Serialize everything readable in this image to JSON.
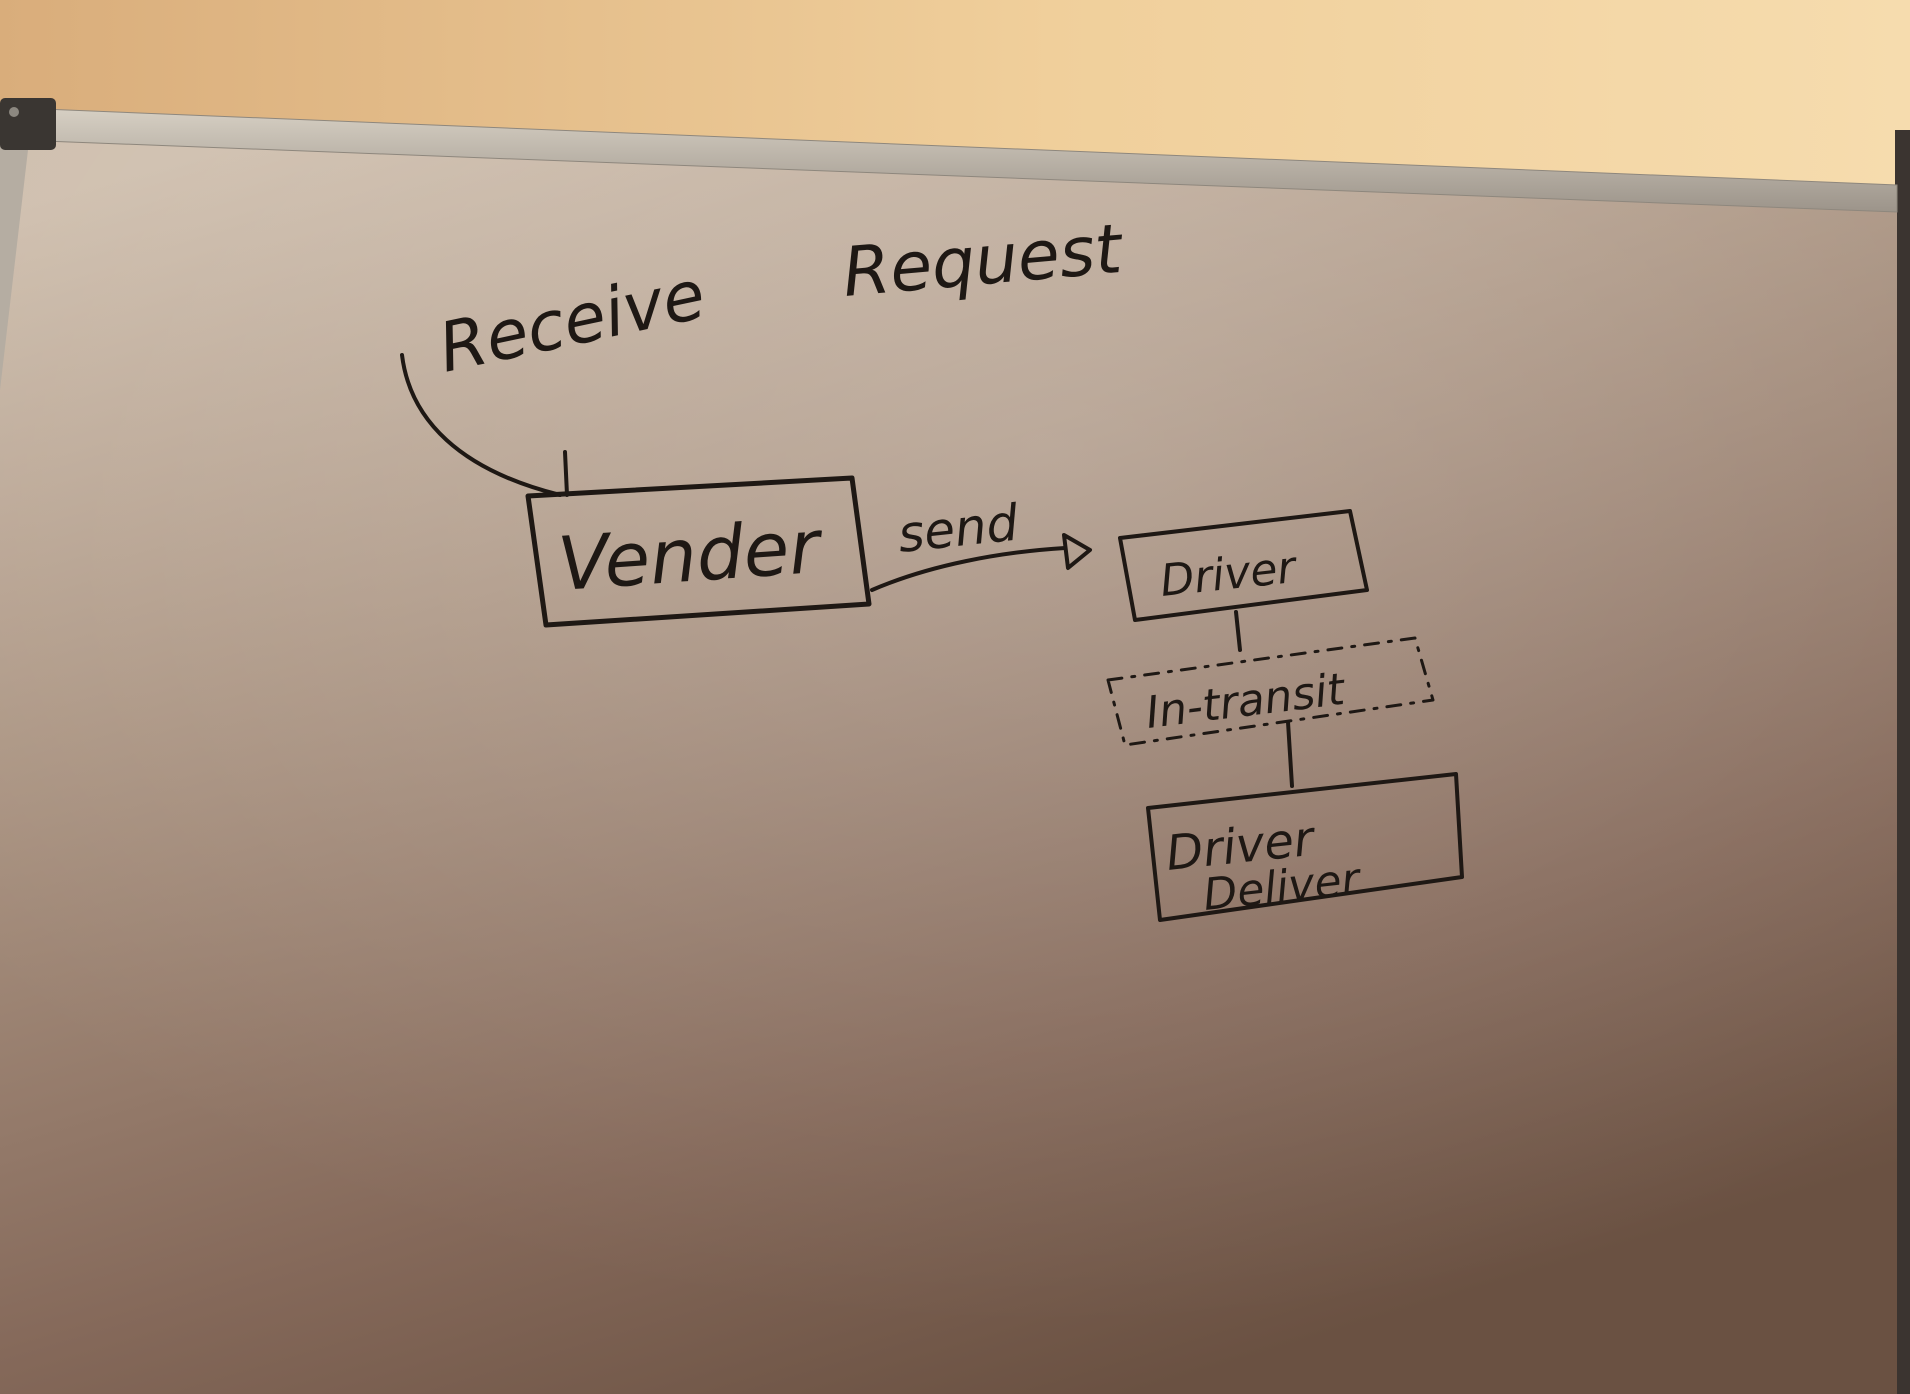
{
  "diagram": {
    "title_left": "Receive",
    "title_right": "Request",
    "nodes": {
      "vender": {
        "label": "Vender"
      },
      "driver": {
        "label": "Driver"
      },
      "in_transit": {
        "label": "In-transit"
      },
      "driver_deliver": {
        "label_line1": "Driver",
        "label_line2": "Deliver"
      }
    },
    "edges": {
      "send": {
        "label": "send"
      }
    }
  },
  "colors": {
    "wall_light": "#f4d6a4",
    "wall_dark": "#d8ab78",
    "board_top": "#c9b8a5",
    "board_bottom": "#6e5745",
    "frame": "#b9b2a7",
    "ink": "#1e1814"
  }
}
